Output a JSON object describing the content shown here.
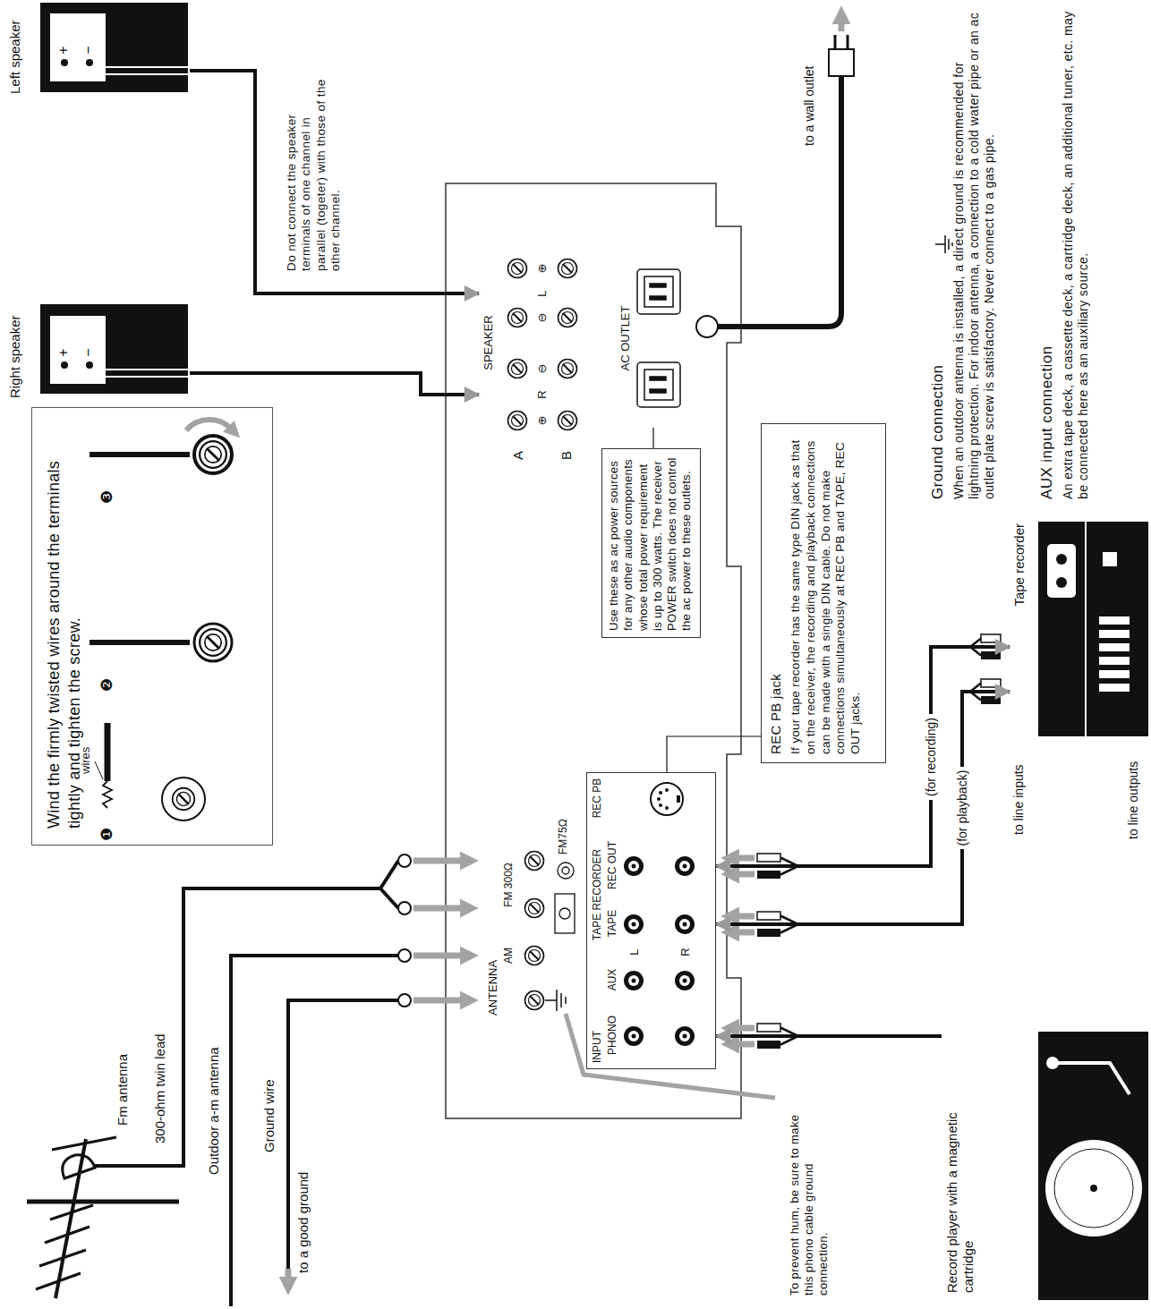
{
  "diagram": {
    "nodes": [
      {
        "text": [
          "Right speaker",
          "+",
          "−"
        ]
      },
      {
        "text": [
          "Left speaker",
          "+",
          "−"
        ]
      },
      {
        "text": [
          "SPEAKER",
          "A",
          "B",
          "⊕",
          "R",
          "⊖",
          "⊖",
          "L",
          "⊕"
        ]
      },
      {
        "text": [
          "AC OUTLET"
        ]
      },
      {
        "text": [
          "ANTENNA",
          "AM",
          "FM 300Ω",
          "FM75Ω"
        ]
      },
      {
        "text": [
          "INPUT",
          "TAPE RECORDER",
          "PHONO",
          "AUX",
          "TAPE",
          "REC OUT",
          "REC PB",
          "L",
          "R"
        ]
      },
      {
        "text": [
          "Tape recorder"
        ]
      },
      {
        "text": [
          "Record player with a magnetic cartridge"
        ]
      },
      {
        "text": [
          "Wind the firmly twisted wires around the terminals tightly and tighten the screw."
        ]
      },
      {
        "text": [
          "Use these as ac power sources for any other audio components whose total power requirement is up to 300 watts. The receiver POWER switch does not control the ac power to these outlets."
        ]
      },
      {
        "text": [
          "REC PB jack",
          "If your tape recorder has the same type DIN jack as that on the receiver, the recording and playback connections can be made with a single DIN cable. Do not make connections simultaneously at REC PB and TAPE, REC OUT jacks."
        ]
      }
    ],
    "edges": [
      {
        "from": 0,
        "to": 2,
        "arrow": "to"
      },
      {
        "from": 1,
        "to": 2,
        "arrow": "to"
      },
      {
        "from": 7,
        "to": 5,
        "arrow": "to"
      },
      {
        "from": 6,
        "to": 5,
        "arrow": "both",
        "label": "(for playback)"
      },
      {
        "from": 5,
        "to": 6,
        "arrow": "both",
        "label": "(for recording)"
      },
      {
        "from": 9,
        "to": 3,
        "arrow": "none"
      },
      {
        "from": 10,
        "to": 5,
        "arrow": "none"
      }
    ],
    "labels": [
      "Fm antenna",
      "300-ohm twin lead",
      "Outdoor a-m antenna",
      "Ground wire",
      "to a good ground",
      "To prevent hum, be sure to make this phono cable ground connection.",
      "❶",
      "❷",
      "❸",
      "wires",
      "Do not connect the speaker terminals of one channel in parallel (togeter) with those of the other channel.",
      "to a wall outlet",
      "to line inputs",
      "to line outputs",
      "Ground connection",
      "When an outdoor antenna is installed, a direct ground is recommended for lightning protection. For indoor antenna, a connection to a cold water pipe or an ac outlet plate screw is satisfactory. Never connect to a gas pipe.",
      "AUX input connection",
      "An extra tape deck, a cassette deck, a cartridge deck, an additional tuner, etc. may be connected here as an auxiliary source."
    ]
  }
}
